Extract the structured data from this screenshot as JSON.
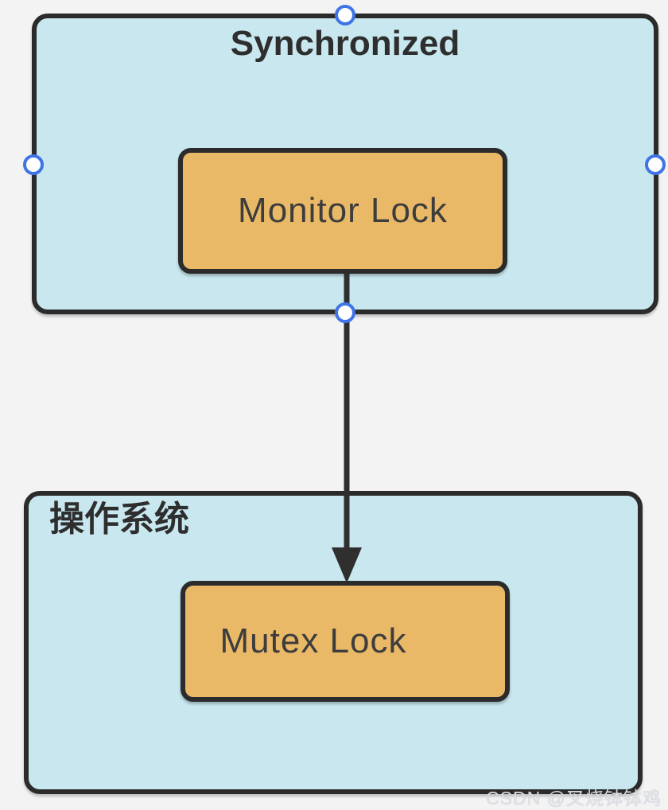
{
  "colors": {
    "page_background": "#f3f3f4",
    "container_fill": "#c9e7ef",
    "container_border": "#2b2b2b",
    "node_fill": "#eab968",
    "node_border": "#2b2b2b",
    "arrow": "#2f2f2f",
    "selection_handle_ring": "#3f74e6",
    "selection_handle_fill": "#ffffff",
    "title_text": "#2e2e2e",
    "node_text": "#3d3d3d",
    "watermark_text": "#dee2e7"
  },
  "diagram": {
    "containers": [
      {
        "id": "synchronized",
        "label": "Synchronized",
        "label_align": "center"
      },
      {
        "id": "os",
        "label": "操作系统",
        "label_align": "left"
      }
    ],
    "nodes": [
      {
        "id": "monitor-lock",
        "label": "Monitor Lock",
        "container": "synchronized"
      },
      {
        "id": "mutex-lock",
        "label": "Mutex Lock",
        "container": "os"
      }
    ],
    "edges": [
      {
        "from": "monitor-lock",
        "to": "mutex-lock",
        "direction": "down",
        "style": "solid-arrow"
      }
    ],
    "selection": {
      "selected_shape": "synchronized",
      "handles": [
        "top-center",
        "left-middle",
        "right-middle",
        "bottom-center"
      ]
    }
  },
  "watermark": {
    "text": "CSDN @叉烧钵钵鸡"
  }
}
